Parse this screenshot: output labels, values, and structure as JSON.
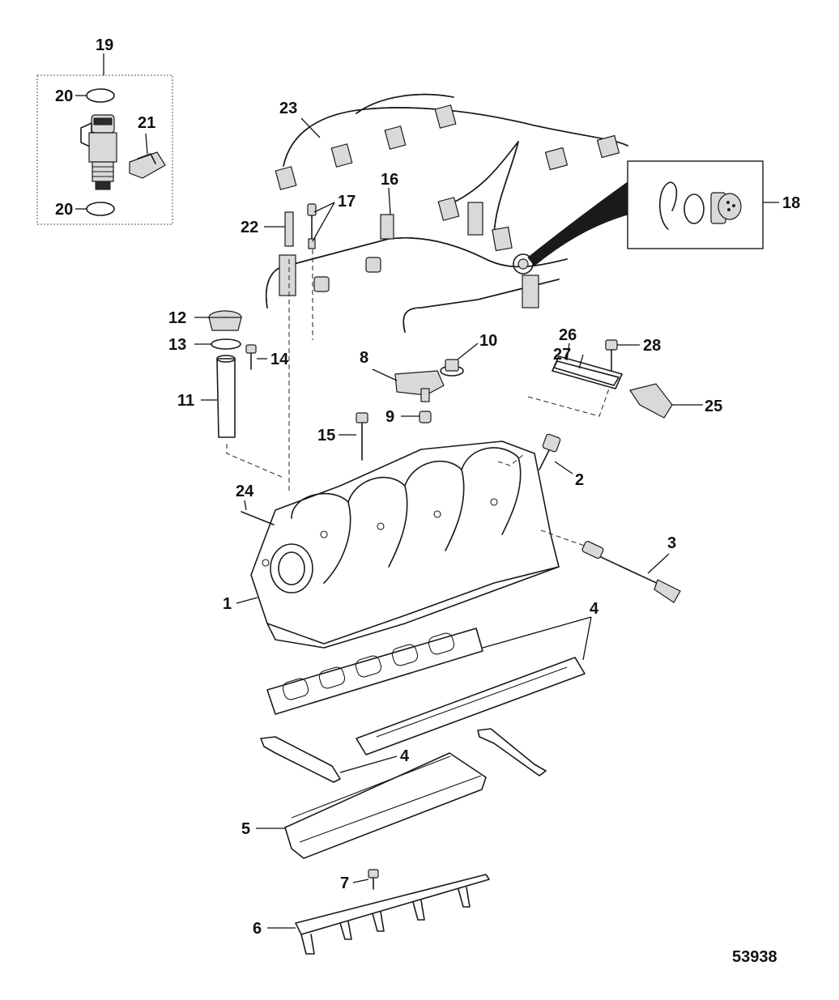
{
  "diagram": {
    "id": "53938",
    "callouts": {
      "c1": "1",
      "c2": "2",
      "c3": "3",
      "c4a": "4",
      "c4b": "4",
      "c5": "5",
      "c6": "6",
      "c7": "7",
      "c8": "8",
      "c9": "9",
      "c10": "10",
      "c11": "11",
      "c12": "12",
      "c13": "13",
      "c14": "14",
      "c15": "15",
      "c16": "16",
      "c17": "17",
      "c18": "18",
      "c19": "19",
      "c20a": "20",
      "c20b": "20",
      "c21": "21",
      "c22": "22",
      "c23": "23",
      "c24": "24",
      "c25": "25",
      "c26": "26",
      "c27": "27",
      "c28": "28"
    }
  }
}
